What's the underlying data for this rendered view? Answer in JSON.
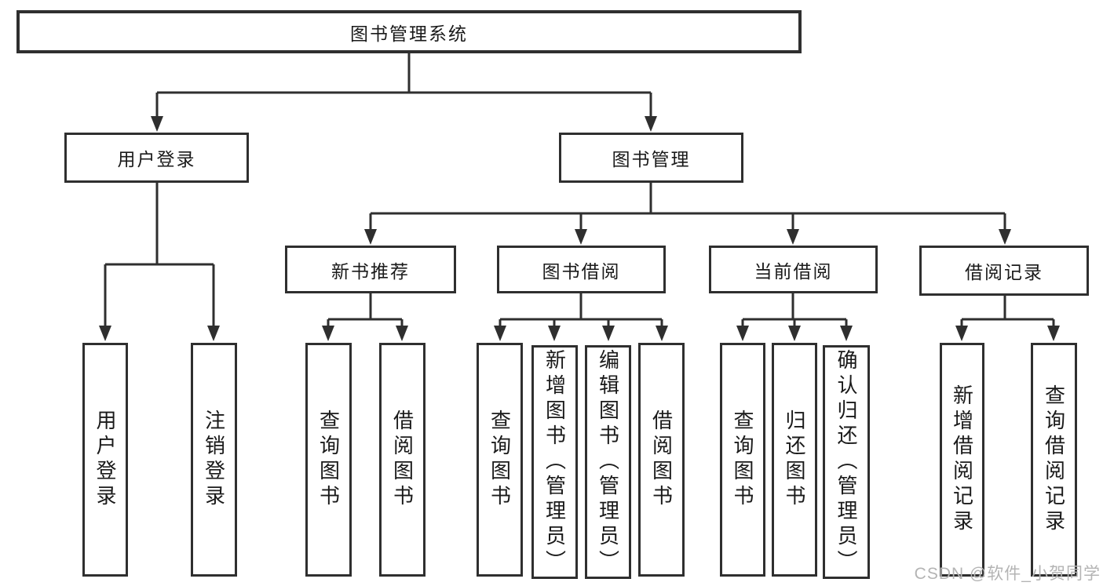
{
  "diagram": {
    "type": "hierarchy-tree",
    "colors": {
      "line": "#2f2f2f",
      "box_border": "#2f2f2f",
      "box_fill": "#ffffff",
      "text": "#1a1a1a",
      "watermark": "#b4b4b4",
      "background": "#ffffff"
    },
    "nodes": {
      "root": {
        "label": "图书管理系统"
      },
      "user_login": {
        "label": "用户登录"
      },
      "book_mgmt": {
        "label": "图书管理"
      },
      "new_books": {
        "label": "新书推荐"
      },
      "book_borrow": {
        "label": "图书借阅"
      },
      "current_borrow": {
        "label": "当前借阅"
      },
      "borrow_records": {
        "label": "借阅记录"
      },
      "ul_login": {
        "label": "用户登录"
      },
      "ul_logout": {
        "label": "注销登录"
      },
      "nb_query": {
        "label": "查询图书"
      },
      "nb_borrow": {
        "label": "借阅图书"
      },
      "bb_query": {
        "label": "查询图书"
      },
      "bb_add": {
        "label": "新增图书（管理员）"
      },
      "bb_edit": {
        "label": "编辑图书（管理员）"
      },
      "bb_borrow": {
        "label": "借阅图书"
      },
      "cb_query": {
        "label": "查询图书"
      },
      "cb_return": {
        "label": "归还图书"
      },
      "cb_confirm": {
        "label": "确认归还（管理员）"
      },
      "br_add": {
        "label": "新增借阅记录"
      },
      "br_query": {
        "label": "查询借阅记录"
      }
    },
    "hierarchy": [
      {
        "parent": "图书管理系统",
        "children": [
          "用户登录",
          "图书管理"
        ]
      },
      {
        "parent": "用户登录",
        "children": [
          "用户登录",
          "注销登录"
        ]
      },
      {
        "parent": "图书管理",
        "children": [
          "新书推荐",
          "图书借阅",
          "当前借阅",
          "借阅记录"
        ]
      },
      {
        "parent": "新书推荐",
        "children": [
          "查询图书",
          "借阅图书"
        ]
      },
      {
        "parent": "图书借阅",
        "children": [
          "查询图书",
          "新增图书（管理员）",
          "编辑图书（管理员）",
          "借阅图书"
        ]
      },
      {
        "parent": "当前借阅",
        "children": [
          "查询图书",
          "归还图书",
          "确认归还（管理员）"
        ]
      },
      {
        "parent": "借阅记录",
        "children": [
          "新增借阅记录",
          "查询借阅记录"
        ]
      }
    ]
  },
  "watermark": {
    "text": "CSDN @软件_小贺同学"
  }
}
